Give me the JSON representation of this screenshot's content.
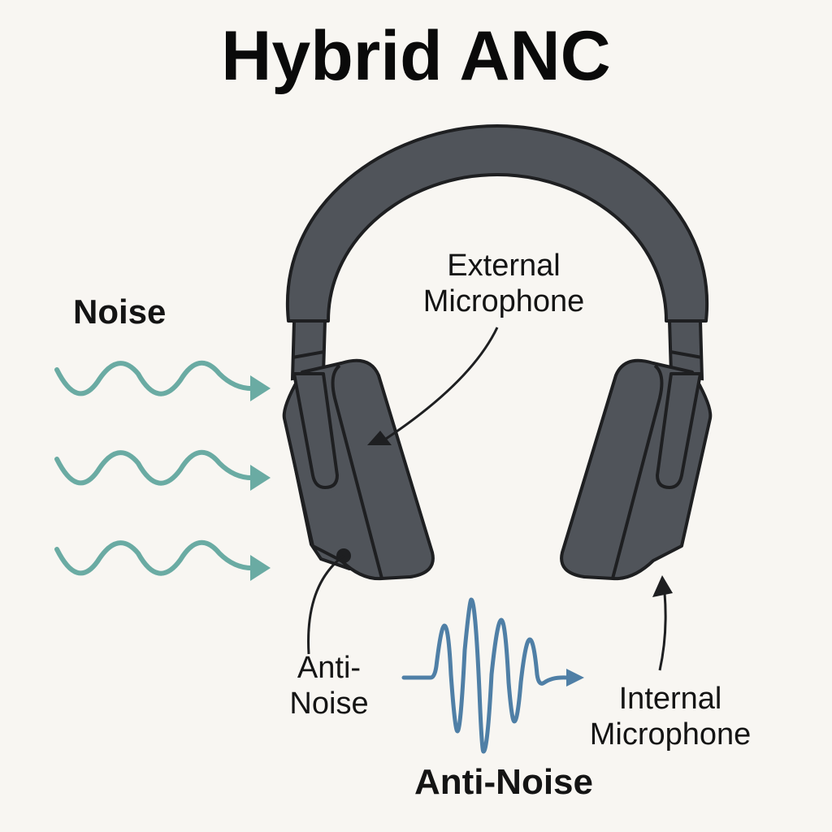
{
  "diagram": {
    "title": "Hybrid ANC",
    "labels": {
      "noise": "Noise",
      "external_mic_line1": "External",
      "external_mic_line2": "Microphone",
      "anti_noise_small_line1": "Anti-",
      "anti_noise_small_line2": "Noise",
      "internal_mic_line1": "Internal",
      "internal_mic_line2": "Microphone",
      "anti_noise_bold": "Anti-Noise"
    },
    "colors": {
      "background": "#f8f6f2",
      "headphone_fill": "#50545a",
      "headphone_outline": "#1e1f21",
      "noise_wave": "#6aaba3",
      "anti_noise_wave": "#4f7fa6",
      "text": "#141414"
    },
    "icons": [
      "headphones-icon",
      "noise-wave-arrow-icon",
      "anti-noise-wave-arrow-icon",
      "pointer-arrow-icon"
    ]
  }
}
